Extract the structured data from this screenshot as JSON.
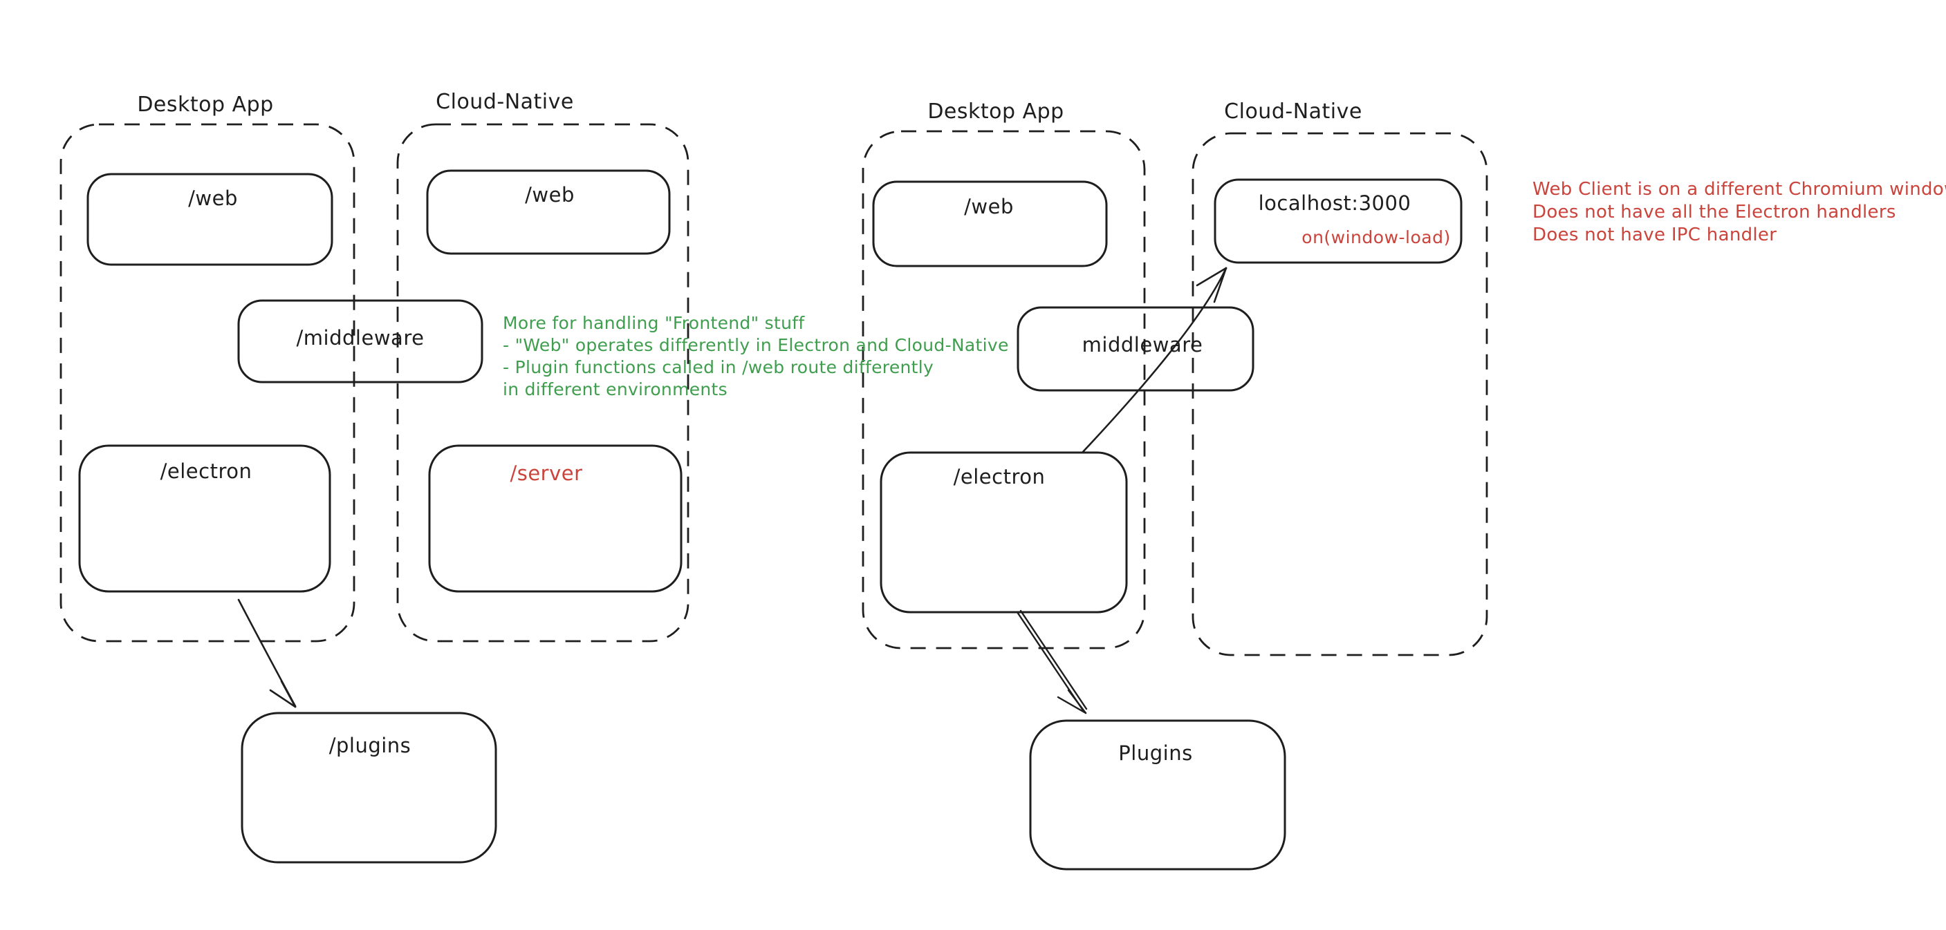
{
  "app": {
    "background": "#ffffff",
    "ink_color": "#1e1e1e",
    "accent_red": "#cb443c",
    "accent_green": "#3f9e4e"
  },
  "left_diagram": {
    "desktop_group_label": "Desktop App",
    "cloud_group_label": "Cloud-Native",
    "web_desktop_label": "/web",
    "web_cloud_label": "/web",
    "middleware_label": "/middleware",
    "electron_label": "/electron",
    "server_label": "/server",
    "plugins_label": "/plugins"
  },
  "right_diagram": {
    "desktop_group_label": "Desktop App",
    "cloud_group_label": "Cloud-Native",
    "web_label": "/web",
    "localhost_label": "localhost:3000",
    "window_load_label": "on(window-load)",
    "middleware_label": "middleware",
    "electron_label": "/electron",
    "plugins_label": "Plugins"
  },
  "green_note": {
    "lines": [
      "More for handling \"Frontend\" stuff",
      "- \"Web\" operates differently in Electron and Cloud-Native",
      "- Plugin functions called in /web route differently",
      "in different environments"
    ]
  },
  "red_note": {
    "lines": [
      "Web Client is on a different Chromium window",
      "Does not have all the Electron handlers",
      "Does not have IPC handler"
    ]
  }
}
